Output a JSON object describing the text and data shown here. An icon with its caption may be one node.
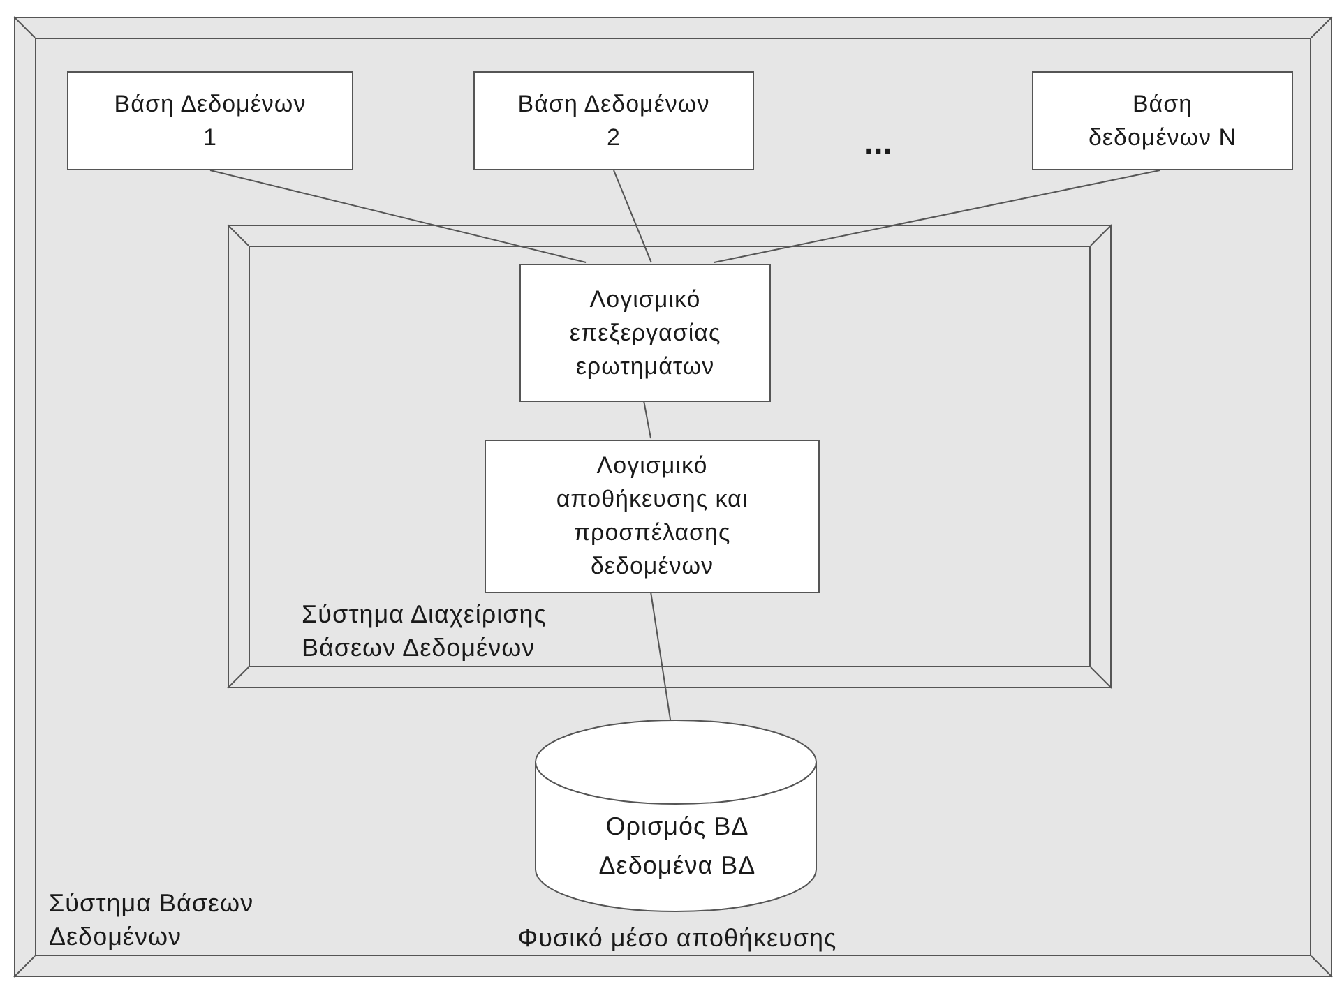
{
  "diagram": {
    "nodes": [
      {
        "text": [
          "Σύστημα Βάσεων Δεδομένων"
        ]
      },
      {
        "text": [
          "Βάση Δεδομένων 1"
        ],
        "in": 0
      },
      {
        "text": [
          "Βάση Δεδομένων 2"
        ],
        "in": 0
      },
      {
        "text": [
          "Βάση δεδομένων N"
        ],
        "in": 0
      },
      {
        "text": [
          "Σύστημα Διαχείρισης Βάσεων Δεδομένων"
        ],
        "in": 0
      },
      {
        "text": [
          "Λογισμικό επεξεργασίας ερωτημάτων"
        ],
        "in": 4
      },
      {
        "text": [
          "Λογισμικό αποθήκευσης και προσπέλασης δεδομένων"
        ],
        "in": 4
      },
      {
        "text": [
          "Ορισμός ΒΔ",
          "Δεδομένα ΒΔ"
        ],
        "in": 0,
        "beside": [
          "Φυσικό μέσο αποθήκευσης"
        ]
      }
    ],
    "edges": [
      {
        "from": 1,
        "to": 5,
        "arrow": "none"
      },
      {
        "from": 2,
        "to": 5,
        "arrow": "none"
      },
      {
        "from": 3,
        "to": 5,
        "arrow": "none"
      },
      {
        "from": 5,
        "to": 6,
        "arrow": "none"
      },
      {
        "from": 6,
        "to": 7,
        "arrow": "none"
      }
    ],
    "labels": [
      "..."
    ]
  }
}
